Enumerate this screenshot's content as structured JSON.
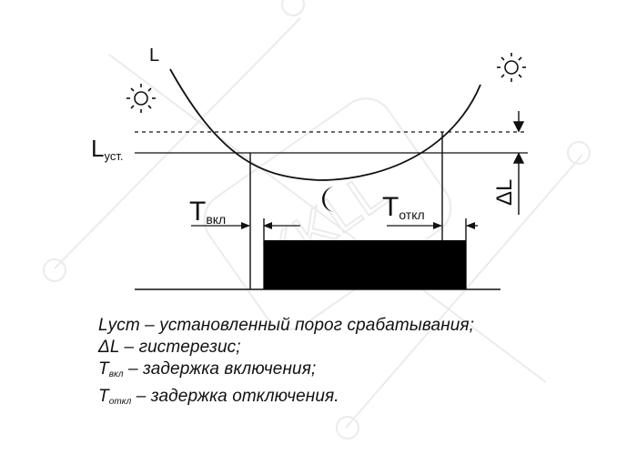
{
  "diagram": {
    "curve_label": "L",
    "threshold_label": {
      "main": "L",
      "sub": "уст."
    },
    "hysteresis_label": "ΔL",
    "t_on_label": {
      "main": "T",
      "sub": "вкл"
    },
    "t_off_label": {
      "main": "T",
      "sub": "откл"
    },
    "watermark": "KKLL",
    "icons": [
      "sun-icon",
      "moon-icon"
    ]
  },
  "legend": [
    {
      "sym": "Lуст",
      "sub": "",
      "text": " – установленный порог срабатывания;"
    },
    {
      "sym": "ΔL",
      "sub": "",
      "text": " – гистерезис;"
    },
    {
      "sym": "T",
      "sub": "вкл",
      "text": " – задержка включения;"
    },
    {
      "sym": "T",
      "sub": "откл",
      "text": " – задержка отключения."
    }
  ]
}
